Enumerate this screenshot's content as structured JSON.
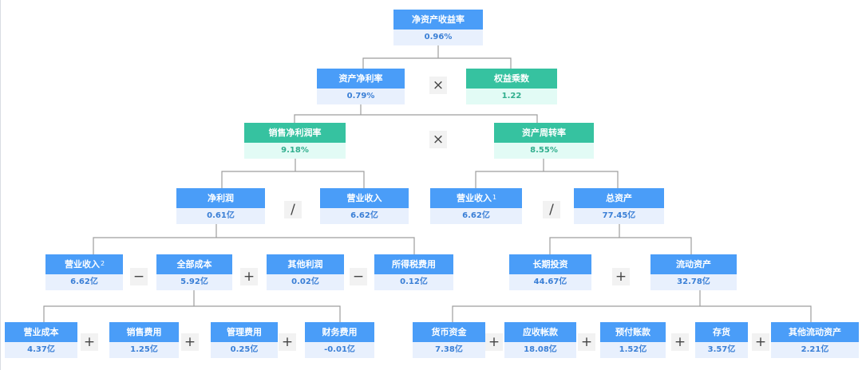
{
  "nodes": [
    {
      "id": "roe",
      "title": "净资产收益率",
      "sup": "",
      "value": "0.96%",
      "color": "blue"
    },
    {
      "id": "roa",
      "title": "资产净利率",
      "sup": "",
      "value": "0.79%",
      "color": "blue"
    },
    {
      "id": "em",
      "title": "权益乘数",
      "sup": "",
      "value": "1.22",
      "color": "green"
    },
    {
      "id": "npm",
      "title": "销售净利润率",
      "sup": "",
      "value": "9.18%",
      "color": "green"
    },
    {
      "id": "tat",
      "title": "资产周转率",
      "sup": "",
      "value": "8.55%",
      "color": "green"
    },
    {
      "id": "np",
      "title": "净利润",
      "sup": "",
      "value": "0.61亿",
      "color": "blue"
    },
    {
      "id": "rev",
      "title": "营业收入",
      "sup": "",
      "value": "6.62亿",
      "color": "blue"
    },
    {
      "id": "rev1",
      "title": "营业收入",
      "sup": "1",
      "value": "6.62亿",
      "color": "blue"
    },
    {
      "id": "ta",
      "title": "总资产",
      "sup": "",
      "value": "77.45亿",
      "color": "blue"
    },
    {
      "id": "rev2",
      "title": "营业收入",
      "sup": "2",
      "value": "6.62亿",
      "color": "blue"
    },
    {
      "id": "tc",
      "title": "全部成本",
      "sup": "",
      "value": "5.92亿",
      "color": "blue"
    },
    {
      "id": "op",
      "title": "其他利润",
      "sup": "",
      "value": "0.02亿",
      "color": "blue"
    },
    {
      "id": "tax",
      "title": "所得税费用",
      "sup": "",
      "value": "0.12亿",
      "color": "blue"
    },
    {
      "id": "lti",
      "title": "长期投资",
      "sup": "",
      "value": "44.67亿",
      "color": "blue"
    },
    {
      "id": "ca",
      "title": "流动资产",
      "sup": "",
      "value": "32.78亿",
      "color": "blue"
    },
    {
      "id": "cogs",
      "title": "营业成本",
      "sup": "",
      "value": "4.37亿",
      "color": "blue"
    },
    {
      "id": "se",
      "title": "销售费用",
      "sup": "",
      "value": "1.25亿",
      "color": "blue"
    },
    {
      "id": "ae",
      "title": "管理费用",
      "sup": "",
      "value": "0.25亿",
      "color": "blue"
    },
    {
      "id": "fe",
      "title": "财务费用",
      "sup": "",
      "value": "-0.01亿",
      "color": "blue"
    },
    {
      "id": "cash",
      "title": "货币资金",
      "sup": "",
      "value": "7.38亿",
      "color": "blue"
    },
    {
      "id": "ar",
      "title": "应收帐款",
      "sup": "",
      "value": "18.08亿",
      "color": "blue"
    },
    {
      "id": "pp",
      "title": "预付账款",
      "sup": "",
      "value": "1.52亿",
      "color": "blue"
    },
    {
      "id": "inv",
      "title": "存货",
      "sup": "",
      "value": "3.57亿",
      "color": "blue"
    },
    {
      "id": "oca",
      "title": "其他流动资产",
      "sup": "",
      "value": "2.21亿",
      "color": "blue"
    }
  ],
  "operators": {
    "times": "×",
    "divide": "∕",
    "minus": "−",
    "plus": "+"
  },
  "colors": {
    "blue_header": "#4a9df8",
    "blue_value_bg": "#e8f0fd",
    "green_header": "#36c2a0",
    "green_value_bg": "#e2fbf5",
    "connector": "#9e9e9e"
  }
}
